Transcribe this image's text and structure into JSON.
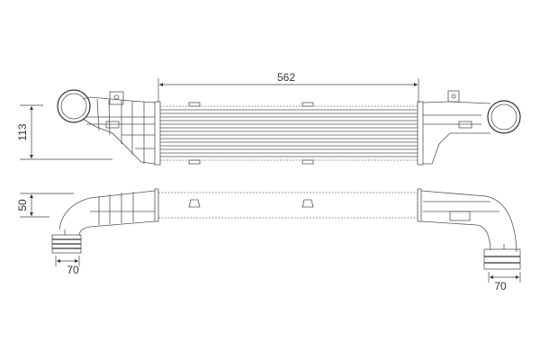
{
  "drawing": {
    "subject": "",
    "dimensions": {
      "core_length": "562",
      "height": "113",
      "depth": "50",
      "left_pipe_diameter": "70",
      "right_pipe_diameter": "70"
    },
    "line_color": "#555555"
  }
}
